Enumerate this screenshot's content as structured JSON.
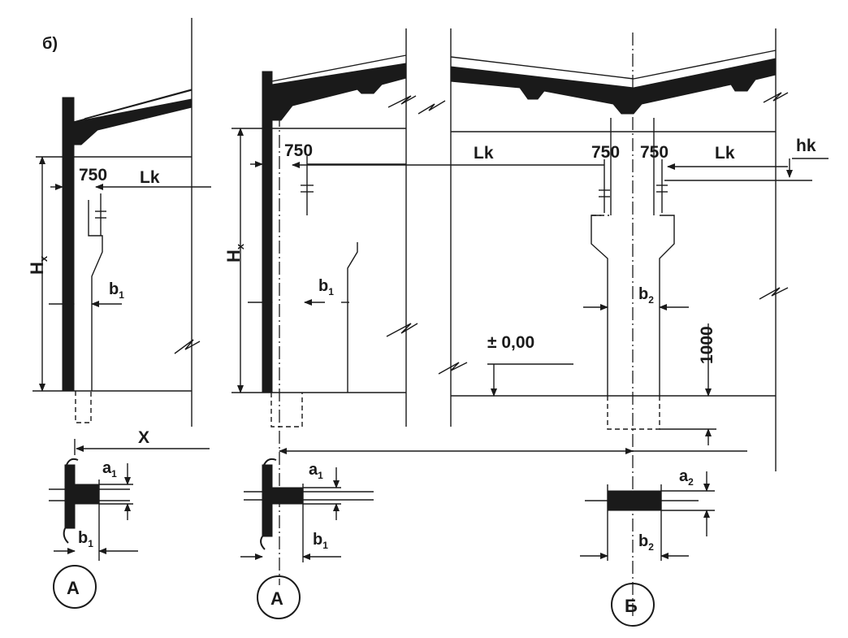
{
  "figure_label": "б)",
  "left_panel": {
    "height_label": "H",
    "height_sub": "x",
    "dim_750": "750",
    "span_label": "Lk",
    "b_label": "b",
    "b_sub": "1",
    "x_label": "X"
  },
  "middle_panel": {
    "height_label": "H",
    "height_sub": "x",
    "dim_750": "750",
    "b_label": "b",
    "b_sub": "1"
  },
  "right_panel": {
    "span_left": "Lk",
    "dim_750_left": "750",
    "dim_750_right": "750",
    "span_right": "Lk",
    "hk_label": "hk",
    "b_label": "b",
    "b_sub": "2",
    "level_mark": "± 0,00",
    "dim_1000": "1000"
  },
  "details": {
    "a1_label": "a",
    "a1_sub": "1",
    "a1_label_mid": "a",
    "a1_sub_mid": "1",
    "a2_label": "a",
    "a2_sub": "2",
    "b1_label": "b",
    "b1_sub": "1",
    "b1_label_mid": "b",
    "b1_sub_mid": "1",
    "b2_label": "b",
    "b2_sub": "2"
  },
  "callouts": {
    "left": "А",
    "middle": "А",
    "right": "Б"
  }
}
